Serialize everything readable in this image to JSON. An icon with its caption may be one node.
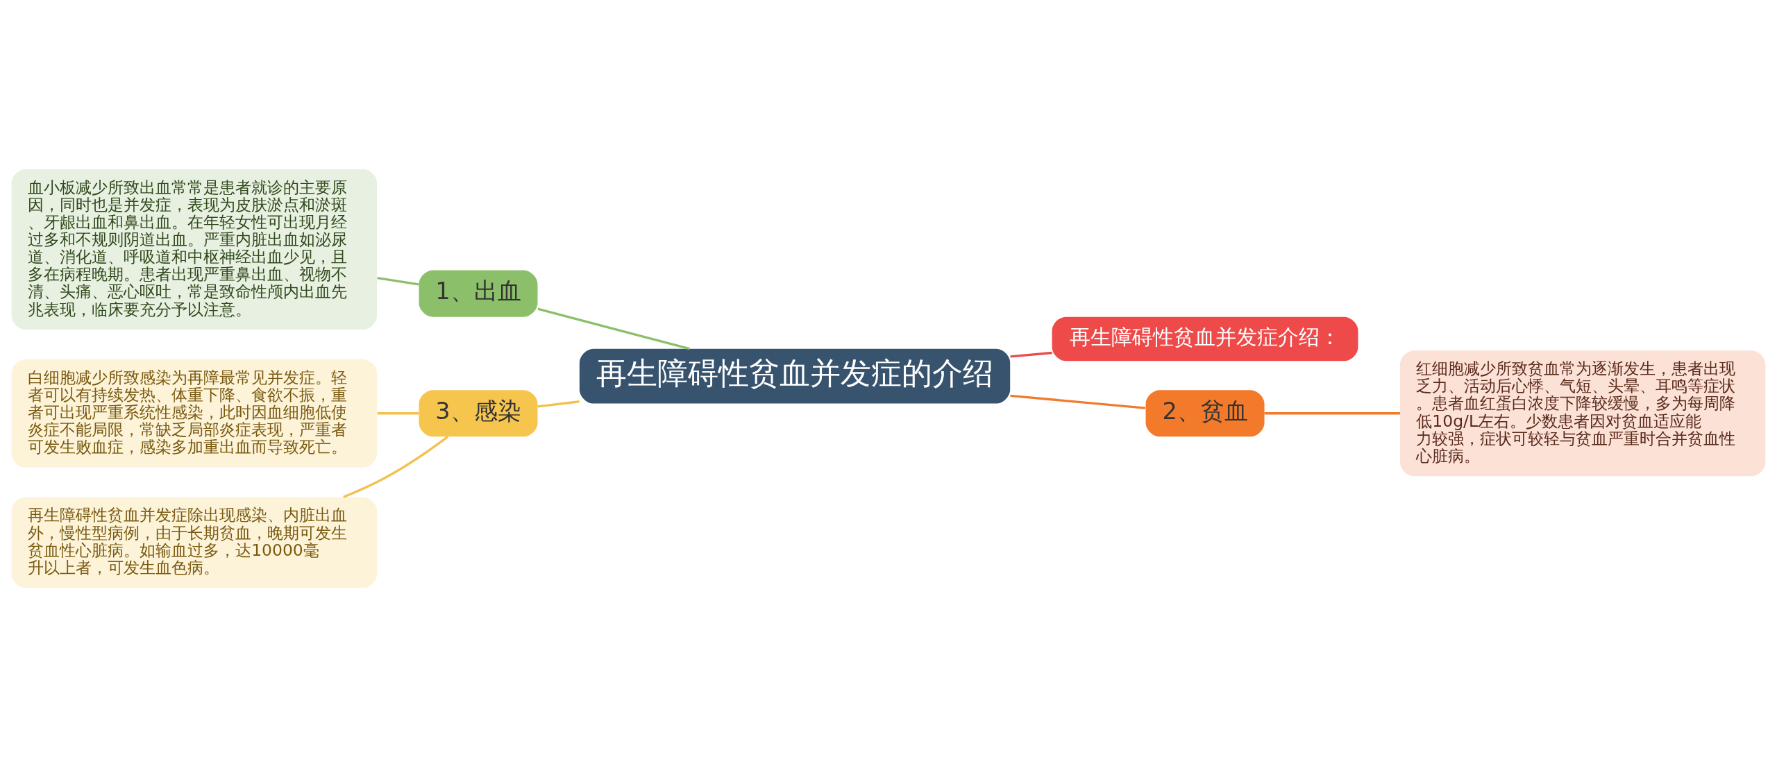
{
  "diagram": {
    "nodes": [
      {
        "text": [
          "再生障碍性贫血并发症的介绍"
        ]
      },
      {
        "text": [
          "1、出血"
        ]
      },
      {
        "text": [
          "血小板减少所致出血常常是患者就诊的主要原因，同时也是并发症，表现为皮肤淤点和淤斑、牙龈出血和鼻出血。在年轻女性可出现月经过多和不规则阴道出血。严重内脏出血如泌尿道、消化道、呼吸道和中枢神经出血少见，且多在病程晚期。患者出现严重鼻出血、视物不清、头痛、恶心呕吐，常是致命性颅内出血先兆表现，临床要充分予以注意。"
        ]
      },
      {
        "text": [
          "3、感染"
        ]
      },
      {
        "text": [
          "白细胞减少所致感染为再障最常见并发症。轻者可以有持续发热、体重下降、食欲不振，重者可出现严重系统性感染，此时因血细胞低使炎症不能局限，常缺乏局部炎症表现，严重者可发生败血症，感染多加重出血而导致死亡。"
        ]
      },
      {
        "text": [
          "再生障碍性贫血并发症除出现感染、内脏出血外，慢性型病例，由于长期贫血，晚期可发生贫血性心脏病。如输血过多，达10000毫升以上者，可发生血色病。"
        ]
      },
      {
        "text": [
          "再生障碍性贫血并发症介绍："
        ]
      },
      {
        "text": [
          "2、贫血"
        ]
      },
      {
        "text": [
          "红细胞减少所致贫血常为逐渐发生，患者出现乏力、活动后心悸、气短、头晕、耳鸣等症状。患者血红蛋白浓度下降较缓慢，多为每周降低10g/L左右。少数患者因对贫血适应能力较强，症状可较轻与贫血严重时合并贫血性心脏病。"
        ]
      }
    ],
    "edges": [
      {
        "from": 0,
        "to": 1,
        "arrow": "none",
        "color": "#8cbf6a"
      },
      {
        "from": 1,
        "to": 2,
        "arrow": "none",
        "color": "#8cbf6a"
      },
      {
        "from": 0,
        "to": 3,
        "arrow": "none",
        "color": "#f2c14e"
      },
      {
        "from": 3,
        "to": 4,
        "arrow": "none",
        "color": "#f2c14e"
      },
      {
        "from": 3,
        "to": 5,
        "arrow": "none",
        "color": "#f2c14e"
      },
      {
        "from": 0,
        "to": 6,
        "arrow": "none",
        "color": "#e84c4c"
      },
      {
        "from": 0,
        "to": 7,
        "arrow": "none",
        "color": "#f07b2c"
      },
      {
        "from": 7,
        "to": 8,
        "arrow": "none",
        "color": "#f07b2c"
      }
    ]
  }
}
